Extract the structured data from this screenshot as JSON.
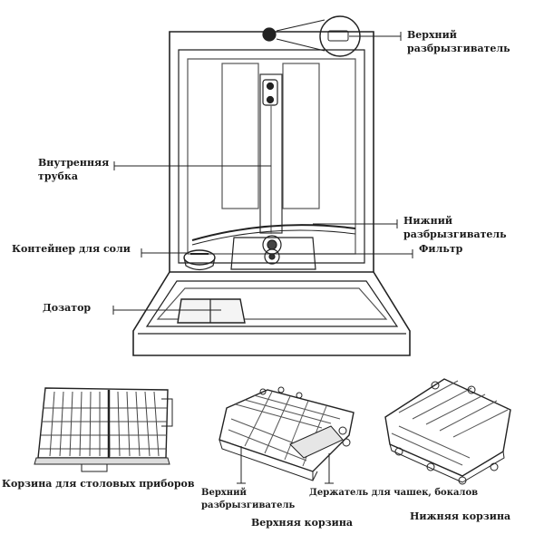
{
  "labels": {
    "upper_sprayer": [
      "Верхний",
      "разбрызгиватель"
    ],
    "inner_tube": [
      "Внутренняя",
      "трубка"
    ],
    "lower_sprayer": [
      "Нижний",
      "разбрызгиватель"
    ],
    "filter": "Фильтр",
    "salt_container": "Контейнер для соли",
    "dispenser": "Дозатор",
    "cutlery_basket": "Корзина для столовых приборов",
    "basket_upper_sprayer": [
      "Верхний",
      "разбрызгиватель"
    ],
    "cup_holder": "Держатель для чашек, бокалов",
    "upper_basket": "Верхняя корзина",
    "lower_basket": "Нижняя корзина"
  }
}
